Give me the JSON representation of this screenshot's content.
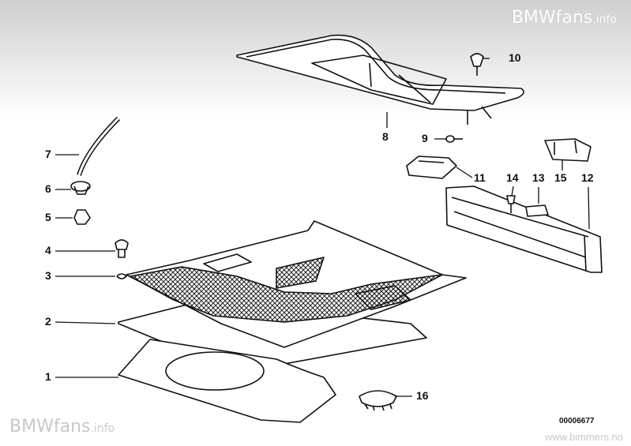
{
  "watermark": {
    "top_brand": "BMWfans",
    "top_suffix": ".info",
    "bottom_brand": "BMWfans",
    "bottom_suffix": ".info",
    "url": "www.bimmers.no"
  },
  "diagram_code": "00006677",
  "callouts": [
    {
      "id": "1",
      "label": "1"
    },
    {
      "id": "2",
      "label": "2"
    },
    {
      "id": "3",
      "label": "3"
    },
    {
      "id": "4",
      "label": "4"
    },
    {
      "id": "5",
      "label": "5"
    },
    {
      "id": "6",
      "label": "6"
    },
    {
      "id": "7",
      "label": "7"
    },
    {
      "id": "8",
      "label": "8"
    },
    {
      "id": "9",
      "label": "9"
    },
    {
      "id": "10",
      "label": "10"
    },
    {
      "id": "11",
      "label": "11"
    },
    {
      "id": "12",
      "label": "12"
    },
    {
      "id": "13",
      "label": "13"
    },
    {
      "id": "14",
      "label": "14"
    },
    {
      "id": "15",
      "label": "15"
    },
    {
      "id": "16",
      "label": "16"
    }
  ],
  "colors": {
    "line": "#111111",
    "gradient_top": "#cfcfcf",
    "gradient_bottom": "#ffffff"
  }
}
